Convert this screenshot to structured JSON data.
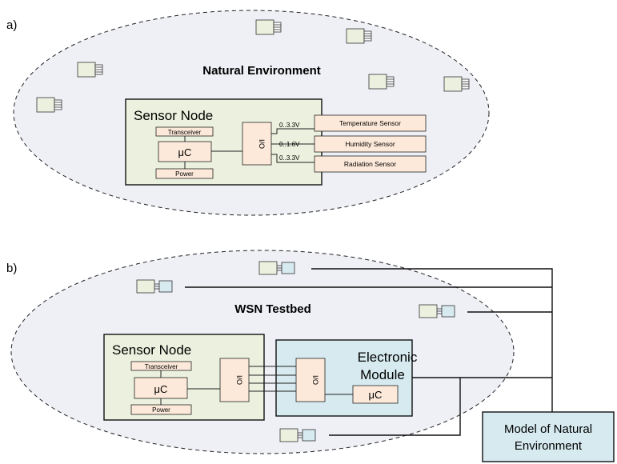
{
  "panel_a": {
    "letter": "a)",
    "title": "Natural Environment",
    "node": {
      "title": "Sensor Node",
      "transceiver": "Transceiver",
      "mcu": "μC",
      "power": "Power",
      "io": "I/O"
    },
    "voltages": [
      "0..3.3V",
      "0..1.6V",
      "0..3.3V"
    ],
    "sensors": [
      "Temperature Sensor",
      "Humidity Sensor",
      "Radiation Sensor"
    ]
  },
  "panel_b": {
    "letter": "b)",
    "title": "WSN Testbed",
    "node": {
      "title": "Sensor Node",
      "transceiver": "Transceiver",
      "mcu": "μC",
      "power": "Power",
      "io": "I/O"
    },
    "module": {
      "title_line1": "Electronic",
      "title_line2": "Module",
      "io": "I/O",
      "mcu": "μC"
    },
    "model": {
      "line1": "Model of Natural",
      "line2": "Environment"
    }
  },
  "colors": {
    "ellipse_fill": "#eef0f6",
    "node_fill": "#ebf1de",
    "sensor_fill": "#fde9d9",
    "module_fill": "#d6eaf0",
    "model_fill": "#d6eaf0"
  }
}
